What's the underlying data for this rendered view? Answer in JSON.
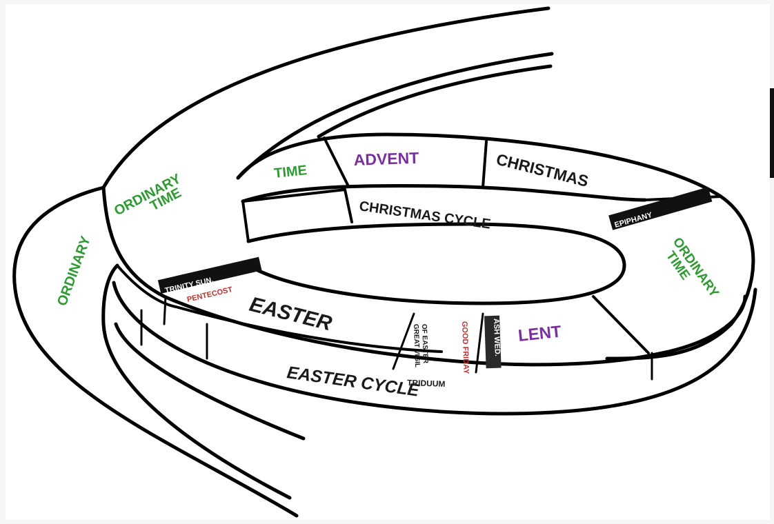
{
  "labels": {
    "ordinary_outer": "ORDINARY",
    "ordinary_time_left_1": "ORDINARY",
    "ordinary_time_left_2": "TIME",
    "time_top": "TIME",
    "advent": "ADVENT",
    "christmas": "CHRISTMAS",
    "epiphany": "EPIPHANY",
    "christmas_cycle": "CHRISTMAS CYCLE",
    "ordinary_time_right_1": "ORDINARY",
    "ordinary_time_right_2": "TIME",
    "trinity_sunday": "TRINITY SUN.",
    "pentecost": "PENTECOST",
    "easter": "EASTER",
    "great_vigil_1": "GREAT VIGIL",
    "great_vigil_2": "OF EASTER",
    "good_friday": "GOOD FRIDAY",
    "ash_wednesday": "ASH WED.",
    "lent": "LENT",
    "triduum": "TRIDUUM",
    "easter_cycle": "EASTER CYCLE"
  },
  "colors": {
    "ordinary": "#2f9a33",
    "advent_lent": "#7a2fa0",
    "text": "#1a1a1a",
    "pentecost": "#c0322f",
    "stroke": "#000000",
    "background": "#ffffff"
  }
}
